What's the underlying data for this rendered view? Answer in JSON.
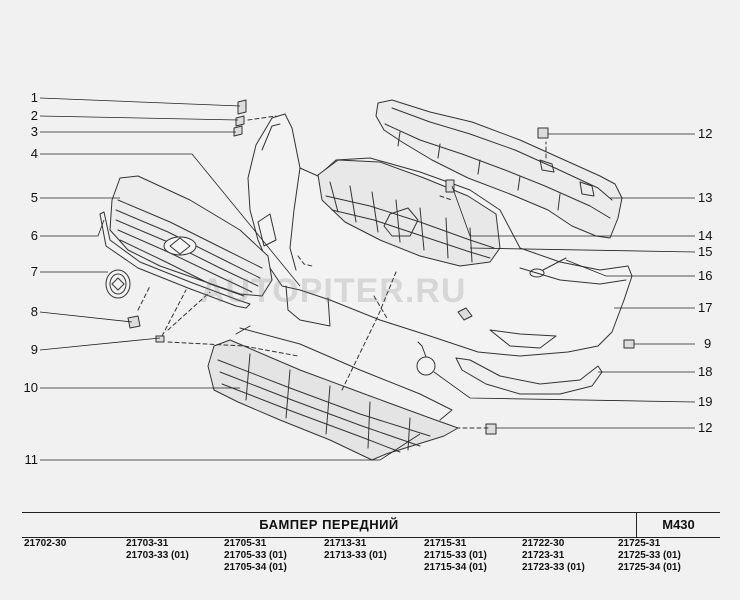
{
  "callouts_left": [
    "1",
    "2",
    "3",
    "4",
    "5",
    "6",
    "7",
    "8",
    "9",
    "10",
    "11"
  ],
  "callouts_right": [
    "12",
    "13",
    "14",
    "15",
    "16",
    "17",
    "9",
    "18",
    "19",
    "12"
  ],
  "watermark": "AUTOPITER.RU",
  "title": "БАМПЕР  ПЕРЕДНИЙ",
  "code": "M430",
  "models": [
    [
      "21702-30"
    ],
    [
      "21703-31",
      "21703-33 (01)"
    ],
    [
      "21705-31",
      "21705-33 (01)",
      "21705-34 (01)"
    ],
    [
      "21713-31",
      "21713-33 (01)"
    ],
    [
      "21715-31",
      "21715-33 (01)",
      "21715-34 (01)"
    ],
    [
      "21722-30",
      "21723-31",
      "21723-33 (01)"
    ],
    [
      "21725-31",
      "21725-33 (01)",
      "21725-34 (01)"
    ]
  ]
}
